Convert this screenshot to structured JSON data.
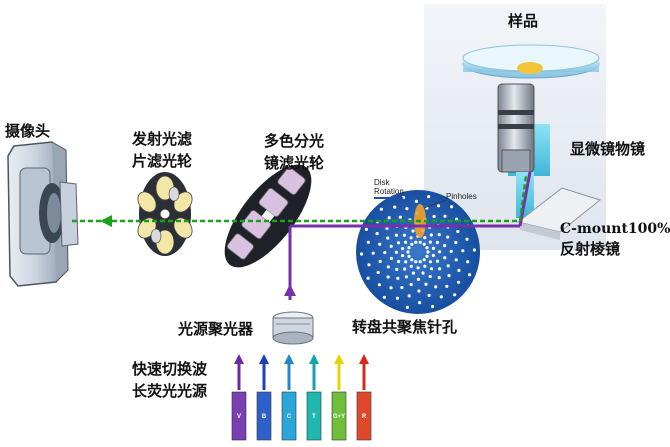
{
  "labels": {
    "camera": "摄像头",
    "emission_wheel": [
      "发射光滤",
      "片滤光轮"
    ],
    "dichroic_wheel": [
      "多色分光",
      "镜滤光轮"
    ],
    "sample": "样品",
    "objective": "显微镜物镜",
    "prism": [
      "C-mount100%",
      "反射棱镜"
    ],
    "spinning_disk": "转盘共聚焦针孔",
    "condenser": "光源聚光器",
    "light_source": [
      "快速切换波",
      "长荧光光源"
    ],
    "disk_rotation": [
      "Disk",
      "Rotation"
    ],
    "pinholes": "Pinholes"
  },
  "leds": [
    {
      "label": "V",
      "color": "#7a3fb0",
      "arrow": "#6a2aa0"
    },
    {
      "label": "B",
      "color": "#2f5fc8",
      "arrow": "#1f3fb8"
    },
    {
      "label": "C",
      "color": "#2aa7d8",
      "arrow": "#1e88c8"
    },
    {
      "label": "T",
      "color": "#1fb7b0",
      "arrow": "#12a6a0"
    },
    {
      "label": "G+Y",
      "color": "#6fbf3a",
      "arrow": "#e6d400"
    },
    {
      "label": "R",
      "color": "#e0482a",
      "arrow": "#d42a1a"
    }
  ],
  "colors": {
    "excitation_path": "#7a2fa8",
    "emission_path": "#1aa01a",
    "disk": "#1f5fb8",
    "objective_beam": "#5fd0e8"
  }
}
